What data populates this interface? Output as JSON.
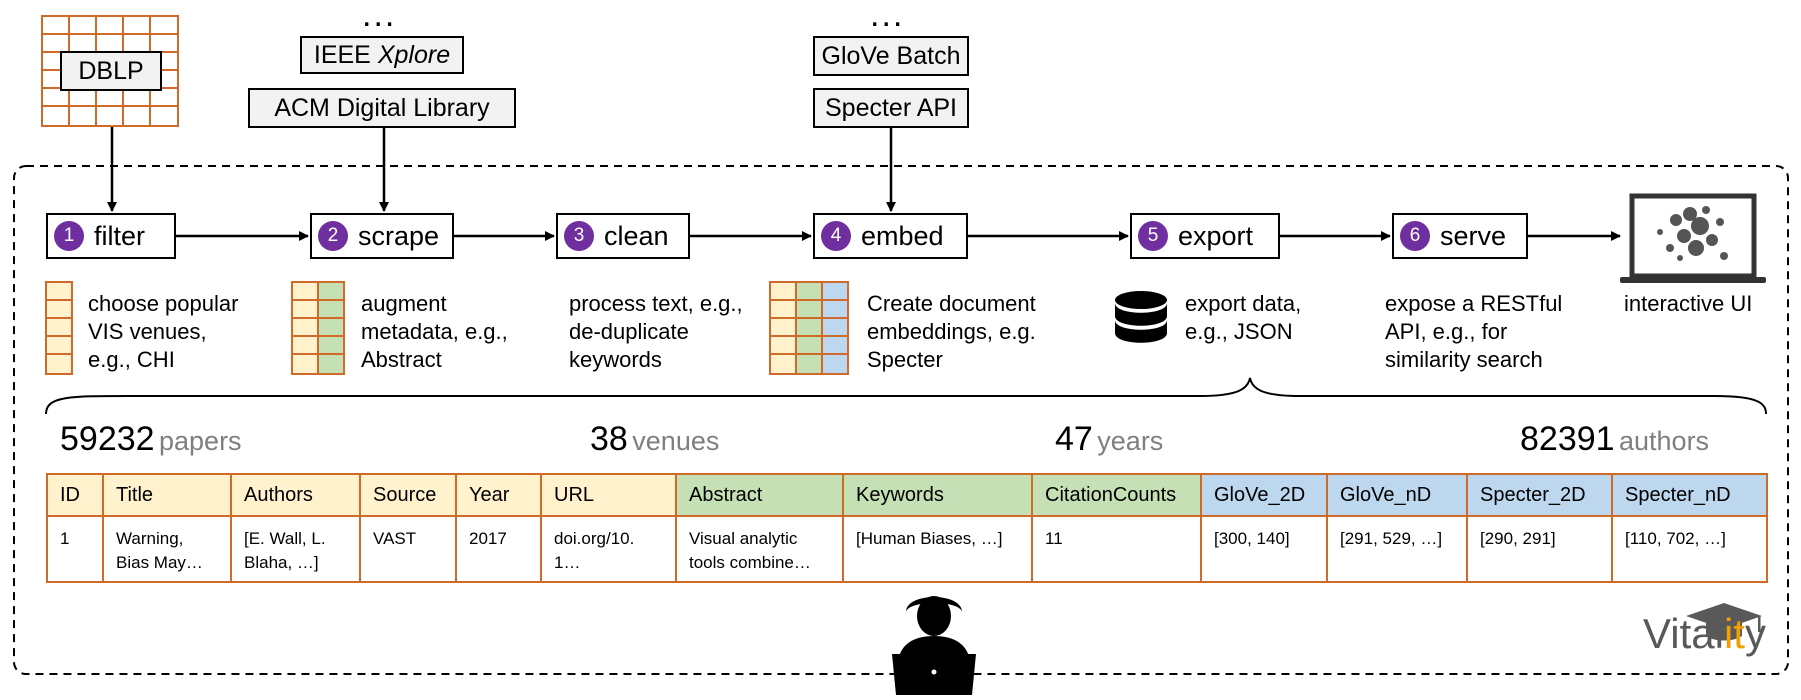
{
  "sources": {
    "dots": "...",
    "dblp": "DBLP",
    "ieee_prefix": "IEEE",
    "ieee_italic": "Xplore",
    "acm": "ACM Digital Library",
    "glove_batch": "GloVe Batch",
    "specter_api": "Specter API"
  },
  "steps": [
    {
      "num": "1",
      "label": "filter",
      "desc": [
        "choose popular",
        "VIS venues,",
        "e.g., CHI"
      ]
    },
    {
      "num": "2",
      "label": "scrape",
      "desc": [
        "augment",
        "metadata, e.g.,",
        "Abstract"
      ]
    },
    {
      "num": "3",
      "label": "clean",
      "desc": [
        "process text, e.g.,",
        "de-duplicate",
        "keywords"
      ]
    },
    {
      "num": "4",
      "label": "embed",
      "desc": [
        "Create document",
        "embeddings, e.g.",
        "Specter"
      ]
    },
    {
      "num": "5",
      "label": "export",
      "desc": [
        "export data,",
        "e.g., JSON"
      ]
    },
    {
      "num": "6",
      "label": "serve",
      "desc": [
        "expose a RESTful",
        "API, e.g., for",
        "similarity search"
      ]
    }
  ],
  "interactive_ui": "interactive UI",
  "stats": [
    {
      "number": "59232",
      "unit": "papers"
    },
    {
      "number": "38",
      "unit": "venues"
    },
    {
      "number": "47",
      "unit": "years"
    },
    {
      "number": "82391",
      "unit": "authors"
    }
  ],
  "table": {
    "headers": [
      "ID",
      "Title",
      "Authors",
      "Source",
      "Year",
      "URL",
      "Abstract",
      "Keywords",
      "CitationCounts",
      "GloVe_2D",
      "GloVe_nD",
      "Specter_2D",
      "Specter_nD"
    ],
    "row": [
      [
        "1"
      ],
      [
        "Warning,",
        "Bias May…"
      ],
      [
        "[E. Wall, L.",
        "Blaha, …]"
      ],
      [
        "VAST"
      ],
      [
        "2017"
      ],
      [
        "doi.org/10.",
        "1…"
      ],
      [
        "Visual analytic",
        "tools combine…"
      ],
      [
        "[Human Biases, …]"
      ],
      [
        "11"
      ],
      [
        "[300, 140]"
      ],
      [
        "[291, 529, …]"
      ],
      [
        "[290, 291]"
      ],
      [
        "[110, 702, …]"
      ]
    ]
  },
  "brand": {
    "prefix": "Vital",
    "accent": "it",
    "suffix": "y"
  },
  "colors": {
    "accent_purple": "#6f2f9f",
    "grid_orange": "#d06a2b",
    "cell_yellow": "#fff2cc",
    "cell_green": "#c5e0b4",
    "cell_blue": "#bdd7ee",
    "stat_gray": "#7f7f7f",
    "brand_orange": "#f0a000"
  }
}
